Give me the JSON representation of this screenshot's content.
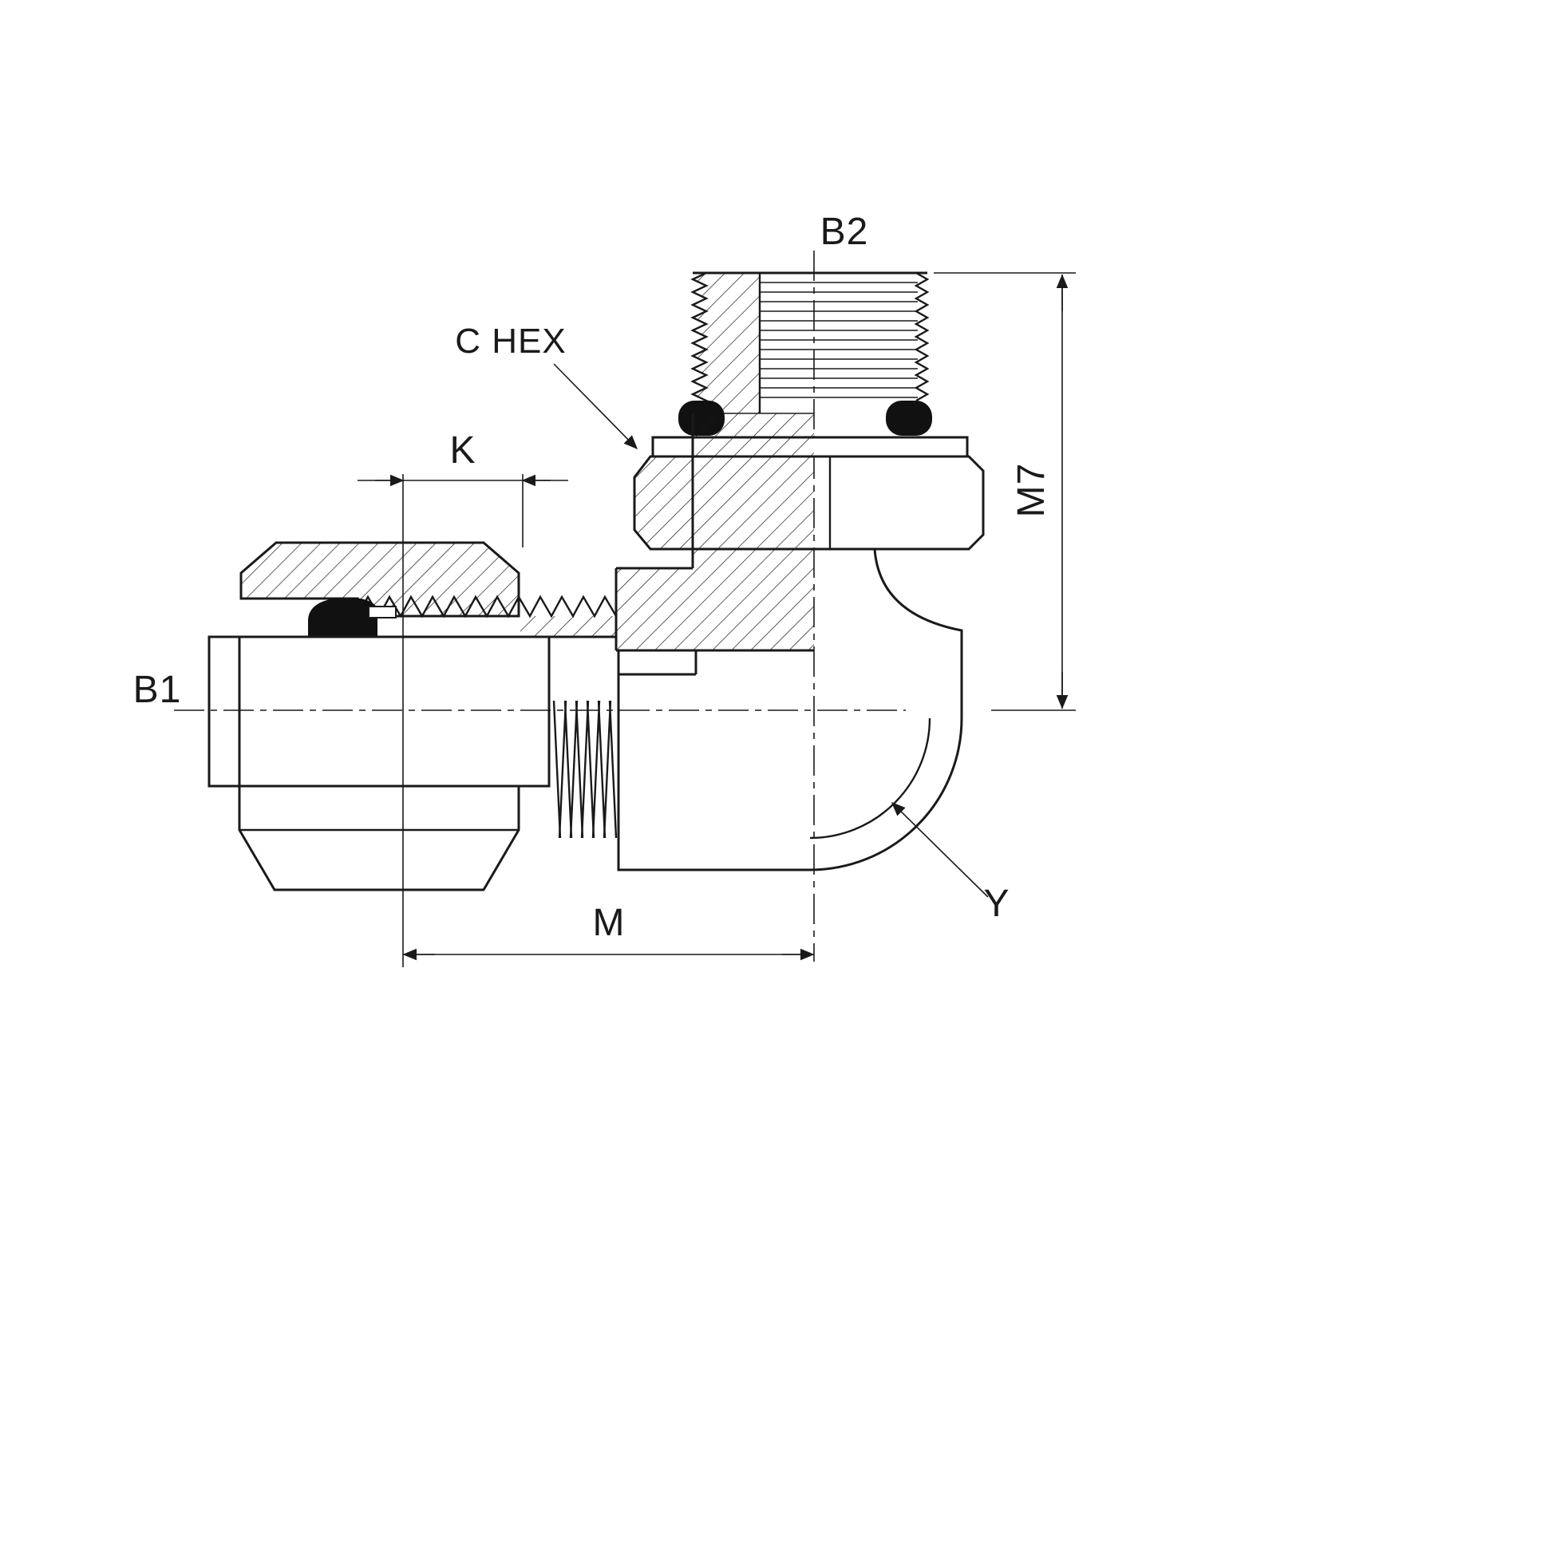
{
  "drawing": {
    "labels": {
      "port_top": "B2",
      "hex_callout": "C HEX",
      "dim_k": "K",
      "dim_m7": "M7",
      "port_left": "B1",
      "dim_m": "M",
      "angle_ref": "Y"
    },
    "colors": {
      "line": "#1a1a1a",
      "background": "#ffffff",
      "seal": "#111111"
    }
  }
}
